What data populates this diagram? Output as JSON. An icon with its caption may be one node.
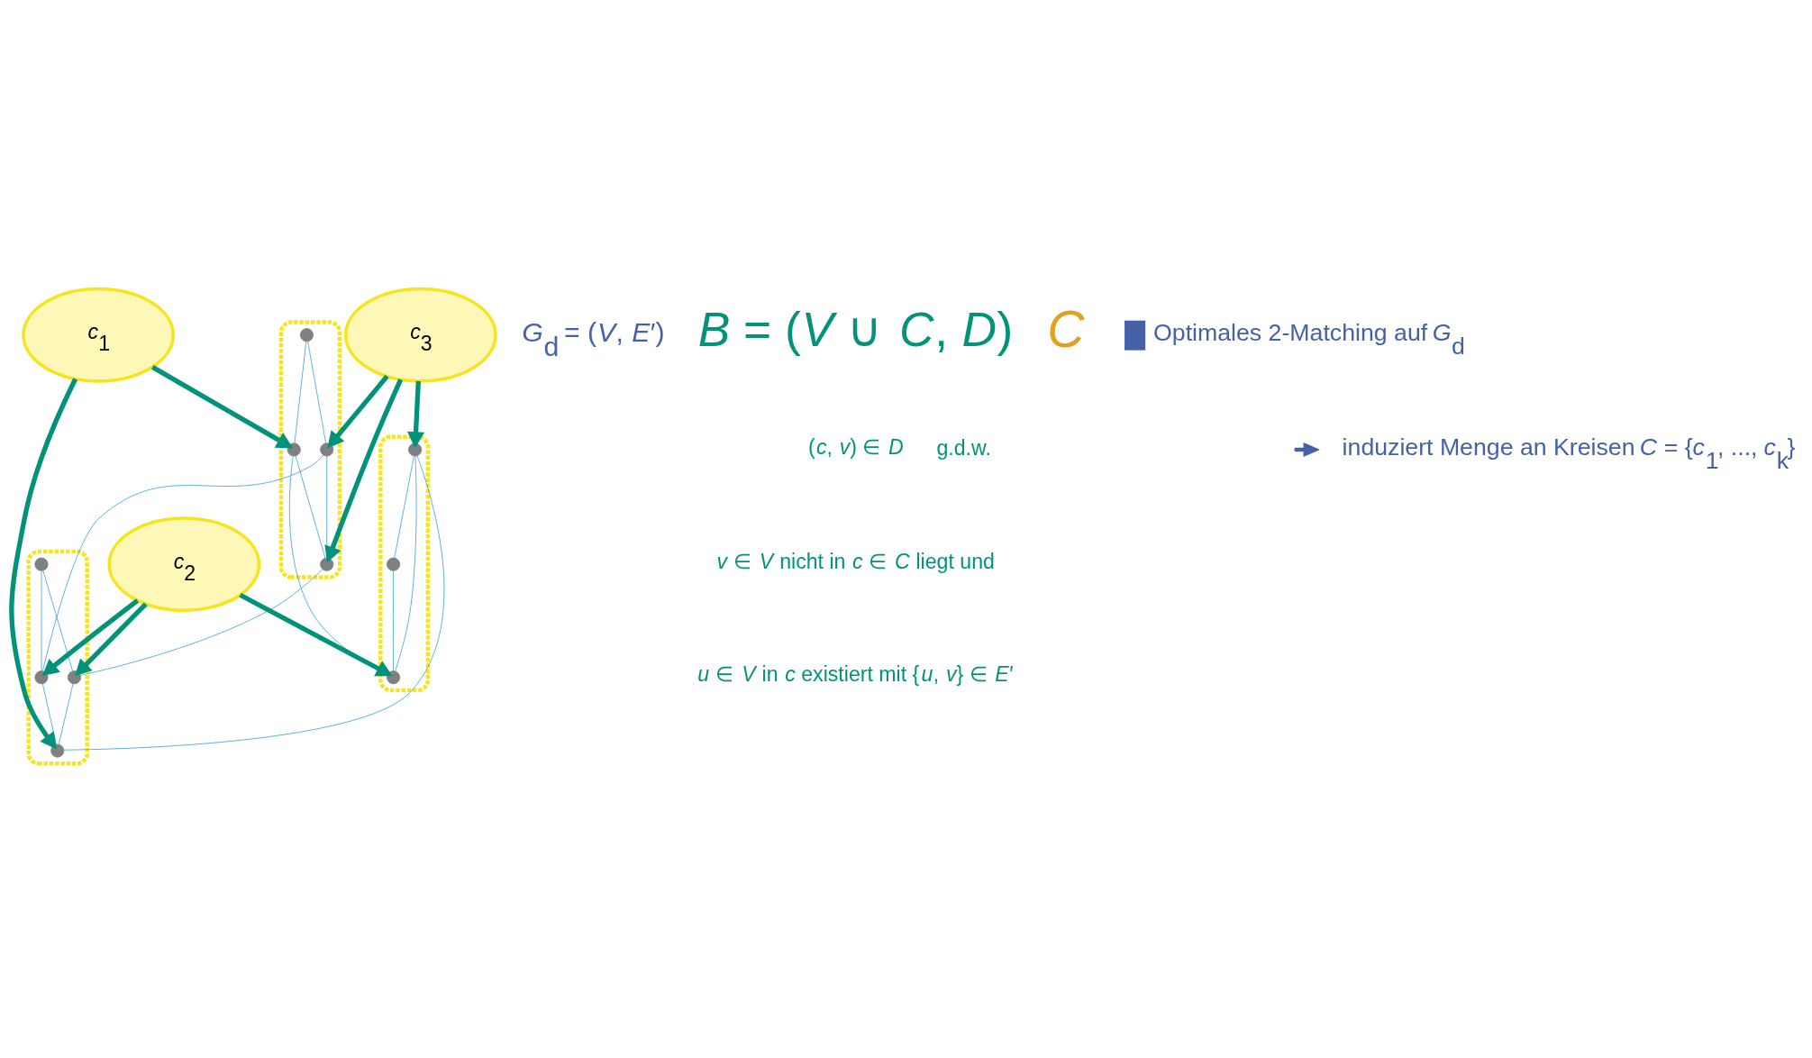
{
  "diagram": {
    "nodes": [
      {
        "text": [],
        "shape": "ellipse"
      },
      {
        "text": [],
        "shape": "circle",
        "in": 0
      },
      {
        "text": [],
        "shape": "circle",
        "in": 0
      },
      {
        "text": [],
        "shape": "circle",
        "in": 0
      },
      {
        "text": [],
        "shape": "circle",
        "in": 0
      },
      {
        "text": [],
        "shape": "ellipse"
      },
      {
        "text": [],
        "shape": "circle",
        "in": 5
      },
      {
        "text": [],
        "shape": "circle",
        "in": 5
      },
      {
        "text": [],
        "shape": "circle",
        "in": 5
      },
      {
        "text": [],
        "shape": "ellipse"
      },
      {
        "text": [],
        "shape": "circle",
        "in": 9
      },
      {
        "text": [],
        "shape": "circle",
        "in": 9
      },
      {
        "text": [],
        "shape": "circle",
        "in": 9
      },
      {
        "text": [],
        "shape": "circle",
        "in": 9
      },
      {
        "text": [
          "*c*$_{2}$"
        ]
      },
      {
        "text": [
          "*c*$_{1}$"
        ]
      },
      {
        "text": [
          "*c*$_{3}$"
        ]
      }
    ],
    "edges": [
      {
        "from": 1,
        "to": 2,
        "arrow": "none"
      },
      {
        "from": 1,
        "to": 3,
        "arrow": "none"
      },
      {
        "from": 2,
        "to": 4,
        "arrow": "none"
      },
      {
        "from": 3,
        "to": 4,
        "arrow": "none"
      },
      {
        "from": 2,
        "to": 8,
        "arrow": "none"
      },
      {
        "from": 4,
        "to": 11,
        "arrow": "none"
      },
      {
        "from": 3,
        "to": 12,
        "arrow": "none"
      },
      {
        "from": 6,
        "to": 7,
        "arrow": "none"
      },
      {
        "from": 6,
        "to": 8,
        "arrow": "none"
      },
      {
        "from": 7,
        "to": 8,
        "arrow": "none"
      },
      {
        "from": 6,
        "to": 13,
        "arrow": "none"
      },
      {
        "from": 10,
        "to": 11,
        "arrow": "none"
      },
      {
        "from": 10,
        "to": 12,
        "arrow": "none"
      },
      {
        "from": 12,
        "to": 13,
        "arrow": "none"
      },
      {
        "from": 11,
        "to": 13,
        "arrow": "none"
      },
      {
        "from": 15,
        "to": 2,
        "arrow": "to",
        "style": "thick",
        "color": "#00937a"
      },
      {
        "from": 15,
        "to": 13,
        "arrow": "to",
        "style": "thick",
        "color": "#00937a"
      },
      {
        "from": 14,
        "to": 8,
        "arrow": "to",
        "style": "thick",
        "color": "#00937a"
      },
      {
        "from": 14,
        "to": 11,
        "arrow": "to",
        "style": "thick",
        "color": "#00937a"
      },
      {
        "from": 14,
        "to": 12,
        "arrow": "to",
        "style": "thick",
        "color": "#00937a"
      },
      {
        "from": 16,
        "to": 3,
        "arrow": "to",
        "style": "thick",
        "color": "#00937a"
      },
      {
        "from": 16,
        "to": 4,
        "arrow": "to",
        "style": "thick",
        "color": "#00937a"
      },
      {
        "from": 16,
        "to": 6,
        "arrow": "to",
        "style": "thick",
        "color": "#00937a"
      }
    ],
    "labels": [
      "*G*$_{d}$ = (*V*, *E*′)",
      "*B* = (*V* ∪ *C*, *D*)",
      "(*c*, *v*) ∈ *D*",
      "g.d.w.",
      "*v* ∈ *V* nicht in *c* ∈ *C* liegt und",
      "*u* ∈ *V* in *c* existiert mit {*u*, *v*} ∈ *E*′",
      "*C*"
    ],
    "legend": [
      {
        "text": "Optimales 2-Matching auf *G*$_{d}$",
        "color": "#4561a8"
      },
      {
        "text": "induziert Menge an Kreisen *C* = {*c*$_{1}$, ..., *c*$_{k}$}"
      }
    ]
  }
}
